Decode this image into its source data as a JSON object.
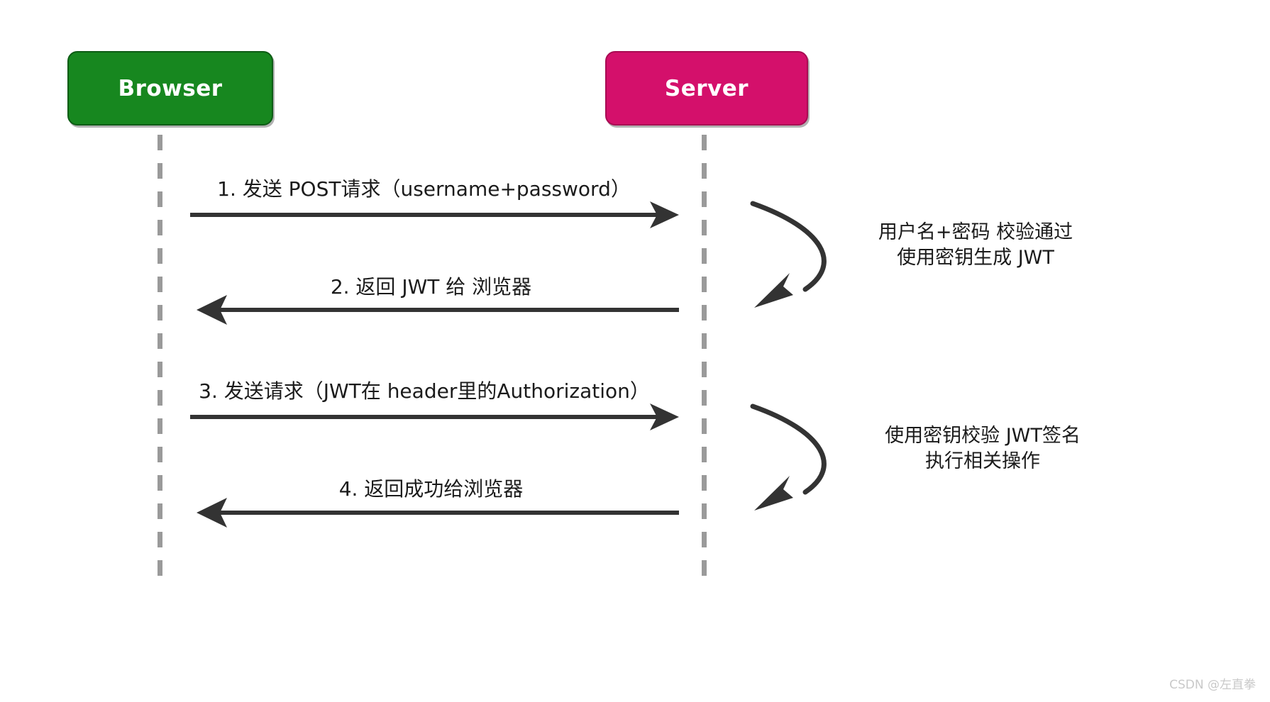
{
  "diagram": {
    "title": "JWT authentication sequence",
    "type": "sequence-diagram",
    "background_color": "#ffffff"
  },
  "participants": [
    {
      "id": "browser",
      "label": "Browser",
      "color": "#17871f",
      "border_color": "#0d5c15",
      "text_color": "#ffffff"
    },
    {
      "id": "server",
      "label": "Server",
      "color": "#d4106b",
      "border_color": "#a80b53",
      "text_color": "#ffffff"
    }
  ],
  "lifeline": {
    "color": "#9a9a9a",
    "style": "dashed"
  },
  "messages": [
    {
      "index": "1",
      "label": "1. 发送 POST请求（username+password）",
      "from": "browser",
      "to": "server",
      "direction": "right"
    },
    {
      "index": "2",
      "label": "2. 返回 JWT 给 浏览器",
      "from": "server",
      "to": "browser",
      "direction": "left"
    },
    {
      "index": "3",
      "label": "3. 发送请求（JWT在 header里的Authorization）",
      "from": "browser",
      "to": "server",
      "direction": "right"
    },
    {
      "index": "4",
      "label": "4. 返回成功给浏览器",
      "from": "server",
      "to": "browser",
      "direction": "left"
    }
  ],
  "self_actions": [
    {
      "participant": "server",
      "line1": "用户名+密码 校验通过",
      "line2": "使用密钥生成 JWT"
    },
    {
      "participant": "server",
      "line1": "使用密钥校验 JWT签名",
      "line2": "执行相关操作"
    }
  ],
  "arrow_color": "#333333",
  "watermark": "CSDN @左直拳"
}
